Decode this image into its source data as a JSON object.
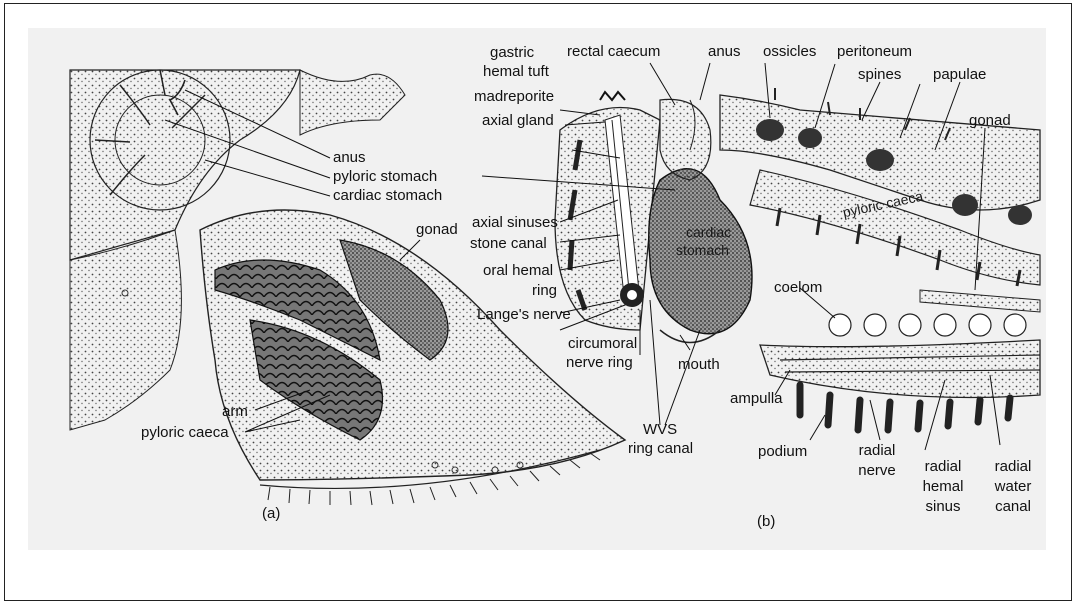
{
  "figure": {
    "panel_a": {
      "caption": "(a)",
      "labels": {
        "anus": "anus",
        "pyloric_stomach": "pyloric stomach",
        "cardiac_stomach": "cardiac stomach",
        "gonad": "gonad",
        "arm": "arm",
        "pyloric_caeca": "pyloric caeca"
      }
    },
    "panel_b": {
      "caption": "(b)",
      "labels": {
        "gastric_hemal_tuft_1": "gastric",
        "gastric_hemal_tuft_2": "hemal tuft",
        "rectal_caecum": "rectal caecum",
        "anus": "anus",
        "ossicles": "ossicles",
        "peritoneum": "peritoneum",
        "spines": "spines",
        "papulae": "papulae",
        "madreporite": "madreporite",
        "axial_gland": "axial gland",
        "gonad": "gonad",
        "pyloric_caeca_inside": "pyloric caeca",
        "cardiac_stomach_inside_1": "cardiac",
        "cardiac_stomach_inside_2": "stomach",
        "axial_sinuses": "axial sinuses",
        "stone_canal": "stone canal",
        "oral_hemal_ring_1": "oral hemal",
        "oral_hemal_ring_2": "ring",
        "langes_nerve": "Lange's nerve",
        "coelom": "coelom",
        "circumoral_1": "circumoral",
        "circumoral_2": "nerve ring",
        "mouth": "mouth",
        "ampulla": "ampulla",
        "wvs_ring_canal_1": "WVS",
        "wvs_ring_canal_2": "ring canal",
        "podium": "podium",
        "radial_nerve_1": "radial",
        "radial_nerve_2": "nerve",
        "radial_hemal_sinus_1": "radial",
        "radial_hemal_sinus_2": "hemal",
        "radial_hemal_sinus_3": "sinus",
        "radial_water_canal_1": "radial",
        "radial_water_canal_2": "water",
        "radial_water_canal_3": "canal"
      }
    },
    "colors": {
      "ink": "#1a1a1a",
      "paper": "#f1f1f1",
      "stipple": "#555555"
    }
  }
}
